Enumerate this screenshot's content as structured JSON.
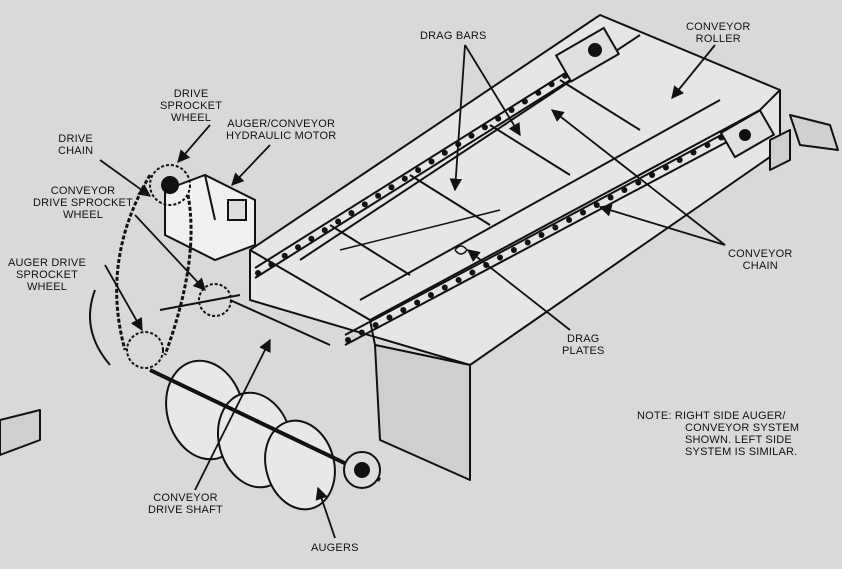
{
  "colors": {
    "background": "#d9d9d9",
    "ink": "#111111"
  },
  "labels": {
    "drag_bars": [
      "DRAG BARS"
    ],
    "conveyor_roller": [
      "CONVEYOR",
      "ROLLER"
    ],
    "drive_sprocket_wheel": [
      "DRIVE",
      "SPROCKET",
      "WHEEL"
    ],
    "auger_conveyor_hydraulic_motor": [
      "AUGER/CONVEYOR",
      "HYDRAULIC MOTOR"
    ],
    "drive_chain": [
      "DRIVE",
      "CHAIN"
    ],
    "conveyor_drive_sprocket_wheel": [
      "CONVEYOR",
      "DRIVE SPROCKET",
      "WHEEL"
    ],
    "auger_drive_sprocket_wheel": [
      "AUGER DRIVE",
      "SPROCKET",
      "WHEEL"
    ],
    "conveyor_chain": [
      "CONVEYOR",
      "CHAIN"
    ],
    "drag_plates": [
      "DRAG",
      "PLATES"
    ],
    "conveyor_drive_shaft": [
      "CONVEYOR",
      "DRIVE SHAFT"
    ],
    "augers": [
      "AUGERS"
    ]
  },
  "note": [
    "NOTE: RIGHT SIDE AUGER/",
    "CONVEYOR SYSTEM",
    "SHOWN. LEFT SIDE",
    "SYSTEM IS SIMILAR."
  ]
}
